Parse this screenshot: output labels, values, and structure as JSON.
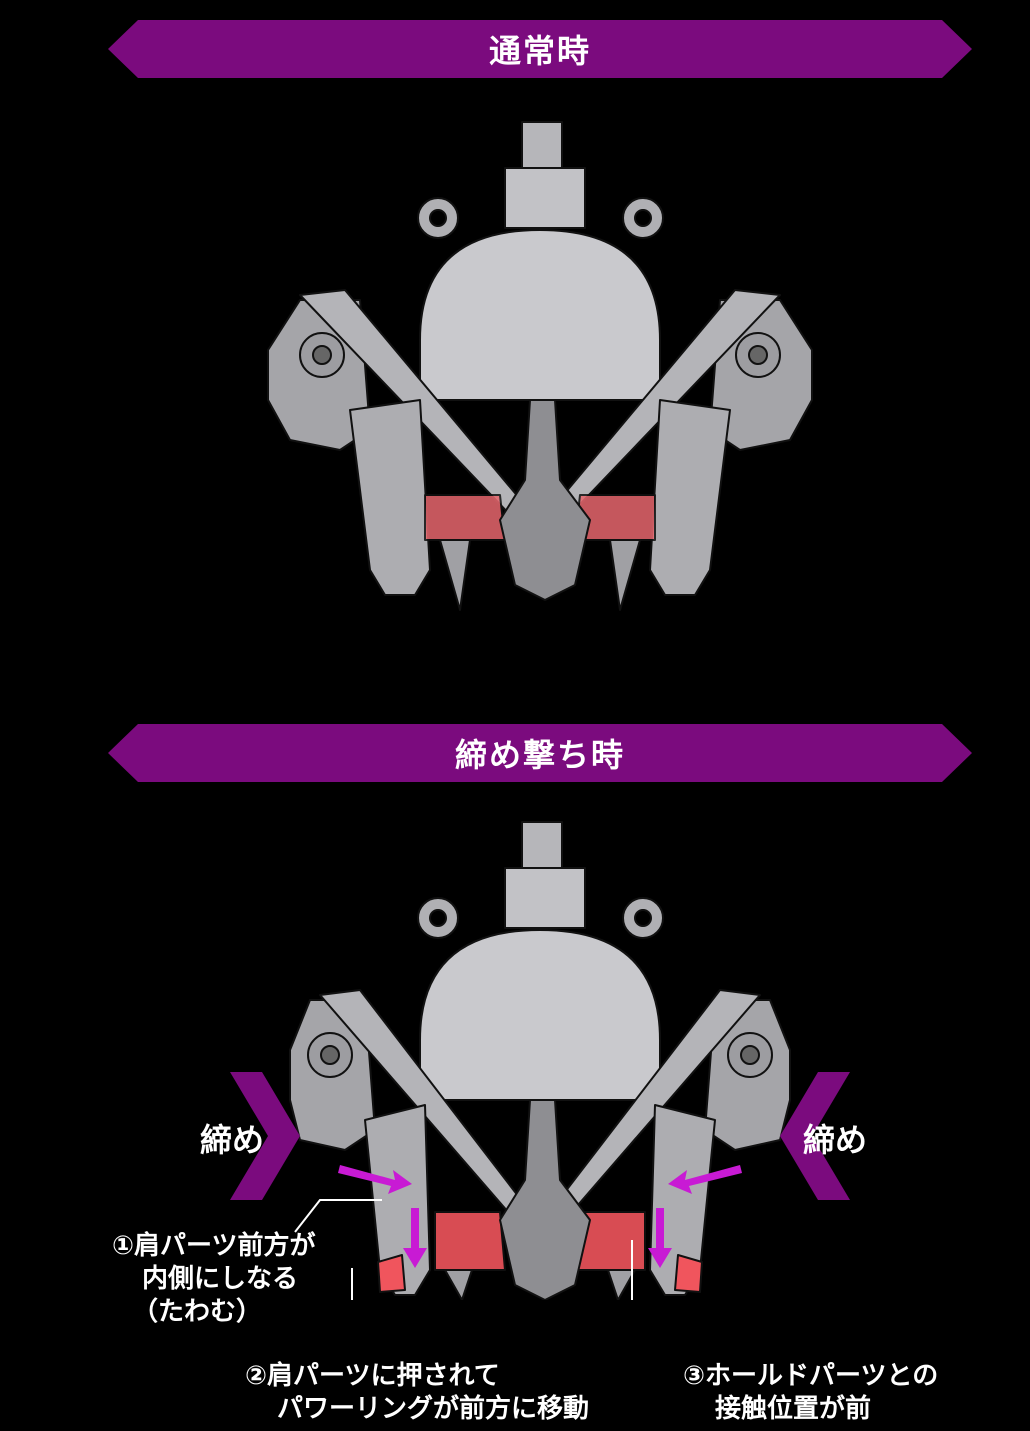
{
  "sections": {
    "normal": {
      "title": "通常時"
    },
    "tight": {
      "title": "締め撃ち時"
    }
  },
  "arrows": {
    "left_label": "締め",
    "right_label": "締め"
  },
  "annotations": {
    "a1": {
      "line1": "①肩パーツ前方が",
      "line2": "内側にしなる",
      "line3": "（たわむ）"
    },
    "a2": {
      "line1": "②肩パーツに押されて",
      "line2": "パワーリングが前方に移動"
    },
    "a3": {
      "line1": "③ホールドパーツとの",
      "line2": "接触位置が前"
    }
  },
  "colors": {
    "banner": "#7b0b7e",
    "accent_arrow": "#c81ad4",
    "highlight_part": "#e8676e",
    "model_gray": "#b9b9bd"
  }
}
